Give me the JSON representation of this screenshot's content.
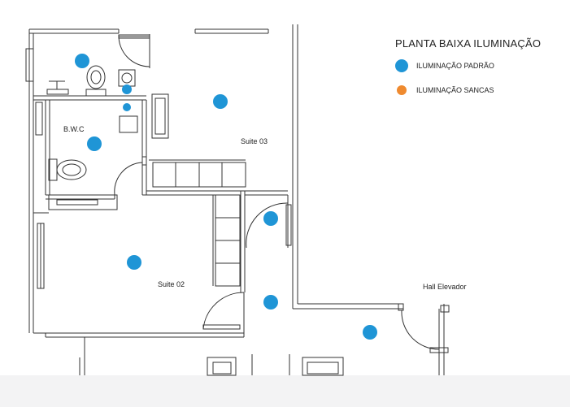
{
  "legend": {
    "title": "PLANTA BAIXA ILUMINAÇÃO",
    "items": [
      {
        "label": "ILUMINAÇÃO PADRÃO",
        "color": "#1f95d6",
        "icon": "light-fixture-icon"
      },
      {
        "label": "ILUMINAÇÃO SANCAS",
        "color": "#ef8a2f",
        "icon": "cove-light-icon"
      }
    ]
  },
  "rooms": {
    "bwc": "B.W.C",
    "suite03": "Suite 03",
    "suite02": "Suite 02",
    "hall": "Hall Elevador"
  },
  "colors": {
    "standard_light": "#1f95d6",
    "cove_light": "#ef8a2f",
    "wall": "#333333"
  }
}
